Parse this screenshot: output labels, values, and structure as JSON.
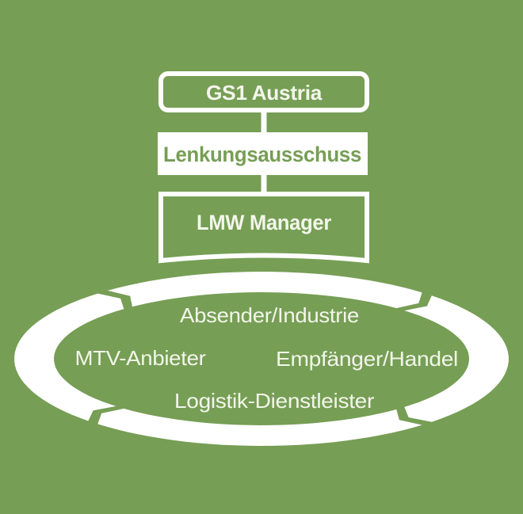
{
  "colors": {
    "background": "#769e55",
    "shape_white": "#ffffff",
    "light_text": "#f3f6eb"
  },
  "org_chart": {
    "top_box": "GS1 Austria",
    "middle_box": "Lenkungsausschuss",
    "bottom_box": "LMW Manager"
  },
  "cycle": {
    "top_label": "Absender/Industrie",
    "left_label": "MTV-Anbieter",
    "right_label": "Empfänger/Handel",
    "bottom_label": "Logistik-Dienstleister"
  }
}
